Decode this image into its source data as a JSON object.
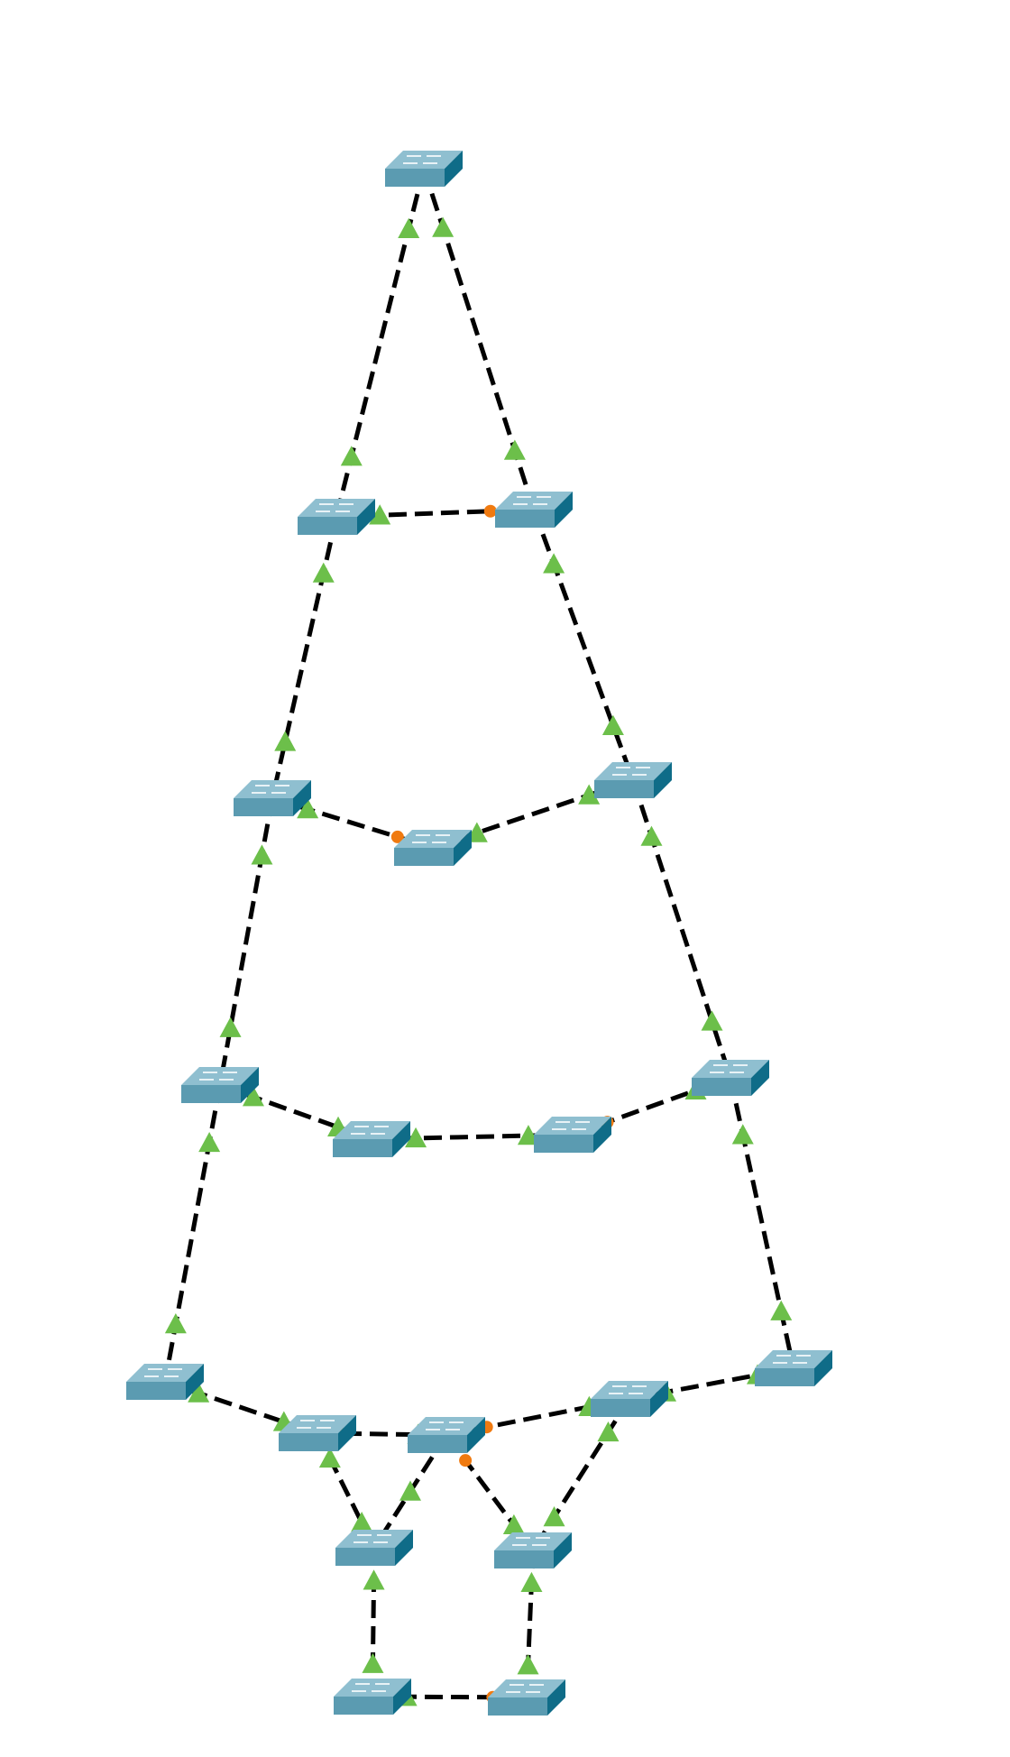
{
  "colors": {
    "background": "#ffffff",
    "link": "#000000",
    "switch_top": "#8fbfd0",
    "switch_front": "#5b9bb1",
    "switch_side": "#0f6c88",
    "switch_mark": "#ffffff",
    "marker_triangle": "#6cbf4a",
    "marker_dot": "#f07a10"
  },
  "nodes": [
    {
      "id": "s1",
      "icon": "network-switch-icon"
    },
    {
      "id": "s2",
      "icon": "network-switch-icon"
    },
    {
      "id": "s3",
      "icon": "network-switch-icon"
    },
    {
      "id": "s4",
      "icon": "network-switch-icon"
    },
    {
      "id": "s5",
      "icon": "network-switch-icon"
    },
    {
      "id": "s6",
      "icon": "network-switch-icon"
    },
    {
      "id": "s7",
      "icon": "network-switch-icon"
    },
    {
      "id": "s8",
      "icon": "network-switch-icon"
    },
    {
      "id": "s9",
      "icon": "network-switch-icon"
    },
    {
      "id": "s10",
      "icon": "network-switch-icon"
    },
    {
      "id": "s11",
      "icon": "network-switch-icon"
    },
    {
      "id": "s12",
      "icon": "network-switch-icon"
    },
    {
      "id": "s13",
      "icon": "network-switch-icon"
    },
    {
      "id": "s14",
      "icon": "network-switch-icon"
    },
    {
      "id": "s15",
      "icon": "network-switch-icon"
    },
    {
      "id": "s16",
      "icon": "network-switch-icon"
    },
    {
      "id": "s17",
      "icon": "network-switch-icon"
    },
    {
      "id": "s18",
      "icon": "network-switch-icon"
    },
    {
      "id": "s19",
      "icon": "network-switch-icon"
    },
    {
      "id": "s20",
      "icon": "network-switch-icon"
    }
  ],
  "links": [
    {
      "from": "s1",
      "to": "s2",
      "markers": [
        "triangle",
        "triangle"
      ]
    },
    {
      "from": "s1",
      "to": "s3",
      "markers": [
        "triangle",
        "triangle"
      ]
    },
    {
      "from": "s2",
      "to": "s3",
      "markers": [
        "triangle",
        "dot"
      ]
    },
    {
      "from": "s2",
      "to": "s4",
      "markers": [
        "triangle",
        "triangle"
      ]
    },
    {
      "from": "s3",
      "to": "s6",
      "markers": [
        "triangle",
        "triangle"
      ]
    },
    {
      "from": "s4",
      "to": "s5",
      "markers": [
        "triangle",
        "dot"
      ]
    },
    {
      "from": "s5",
      "to": "s6",
      "markers": [
        "triangle",
        "triangle"
      ]
    },
    {
      "from": "s4",
      "to": "s7",
      "markers": [
        "triangle",
        "triangle"
      ]
    },
    {
      "from": "s6",
      "to": "s10",
      "markers": [
        "triangle",
        "triangle"
      ]
    },
    {
      "from": "s7",
      "to": "s8",
      "markers": [
        "triangle",
        "triangle"
      ]
    },
    {
      "from": "s8",
      "to": "s9",
      "markers": [
        "triangle",
        "triangle"
      ]
    },
    {
      "from": "s9",
      "to": "s10",
      "markers": [
        "dot",
        "triangle"
      ]
    },
    {
      "from": "s7",
      "to": "s11",
      "markers": [
        "triangle",
        "triangle"
      ]
    },
    {
      "from": "s10",
      "to": "s15",
      "markers": [
        "triangle",
        "triangle"
      ]
    },
    {
      "from": "s11",
      "to": "s12",
      "markers": [
        "triangle",
        "triangle"
      ]
    },
    {
      "from": "s12",
      "to": "s13",
      "markers": [
        "dot",
        "triangle"
      ]
    },
    {
      "from": "s13",
      "to": "s14",
      "markers": [
        "dot",
        "triangle"
      ]
    },
    {
      "from": "s14",
      "to": "s15",
      "markers": [
        "triangle",
        "triangle"
      ]
    },
    {
      "from": "s12",
      "to": "s16",
      "markers": [
        "triangle",
        "triangle"
      ]
    },
    {
      "from": "s13",
      "to": "s16",
      "markers": [
        "triangle"
      ]
    },
    {
      "from": "s13",
      "to": "s17",
      "markers": [
        "dot",
        "triangle"
      ]
    },
    {
      "from": "s14",
      "to": "s17",
      "markers": [
        "triangle",
        "triangle"
      ]
    },
    {
      "from": "s16",
      "to": "s18",
      "markers": [
        "triangle",
        "triangle"
      ]
    },
    {
      "from": "s17",
      "to": "s19",
      "markers": [
        "triangle",
        "triangle"
      ]
    },
    {
      "from": "s18",
      "to": "s19",
      "markers": [
        "triangle",
        "dot"
      ]
    }
  ]
}
